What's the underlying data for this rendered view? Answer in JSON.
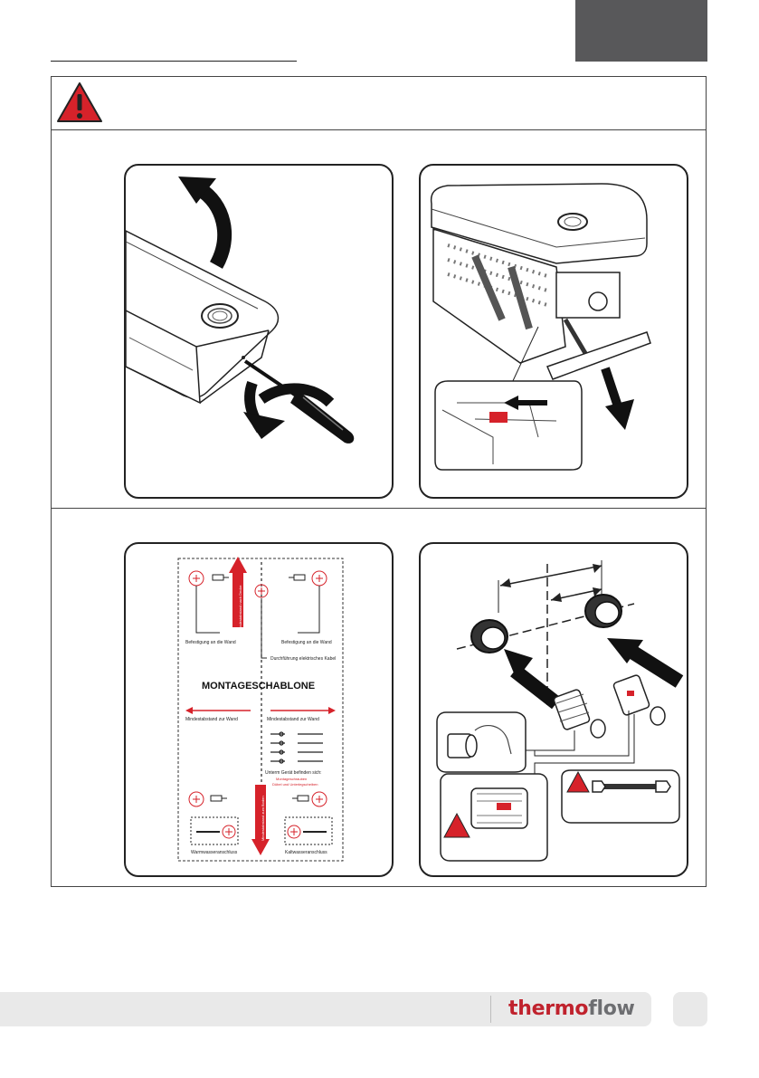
{
  "brand": {
    "part1": "thermo",
    "part2": "flow"
  },
  "template": {
    "wall_mount_left": "Befestigung an die Wand",
    "wall_mount_right": "Befestigung an die Wand",
    "cable_passage": "Durchführung elektrisches Kabel",
    "title": "MONTAGESCHABLONE",
    "min_distance_left": "Mindestabstand zur Wand",
    "min_distance_right": "Mindestabstand zur Wand",
    "below_device": "Unterm Gerät befinden sich:",
    "below_items_line1": "Montageschrauben",
    "below_items_line2": "Dübel und Unterlegscheiben",
    "hot_water": "Warmwasseranschluss",
    "cold_water": "Kaltwasseranschluss",
    "vertical_top": "Mindestabstand nach Decke",
    "vertical_bottom": "Mindestabstand zum Boden"
  },
  "colors": {
    "warning_red": "#d6222a",
    "tab_gray": "#58585a",
    "footer_gray": "#e9e9e9"
  }
}
